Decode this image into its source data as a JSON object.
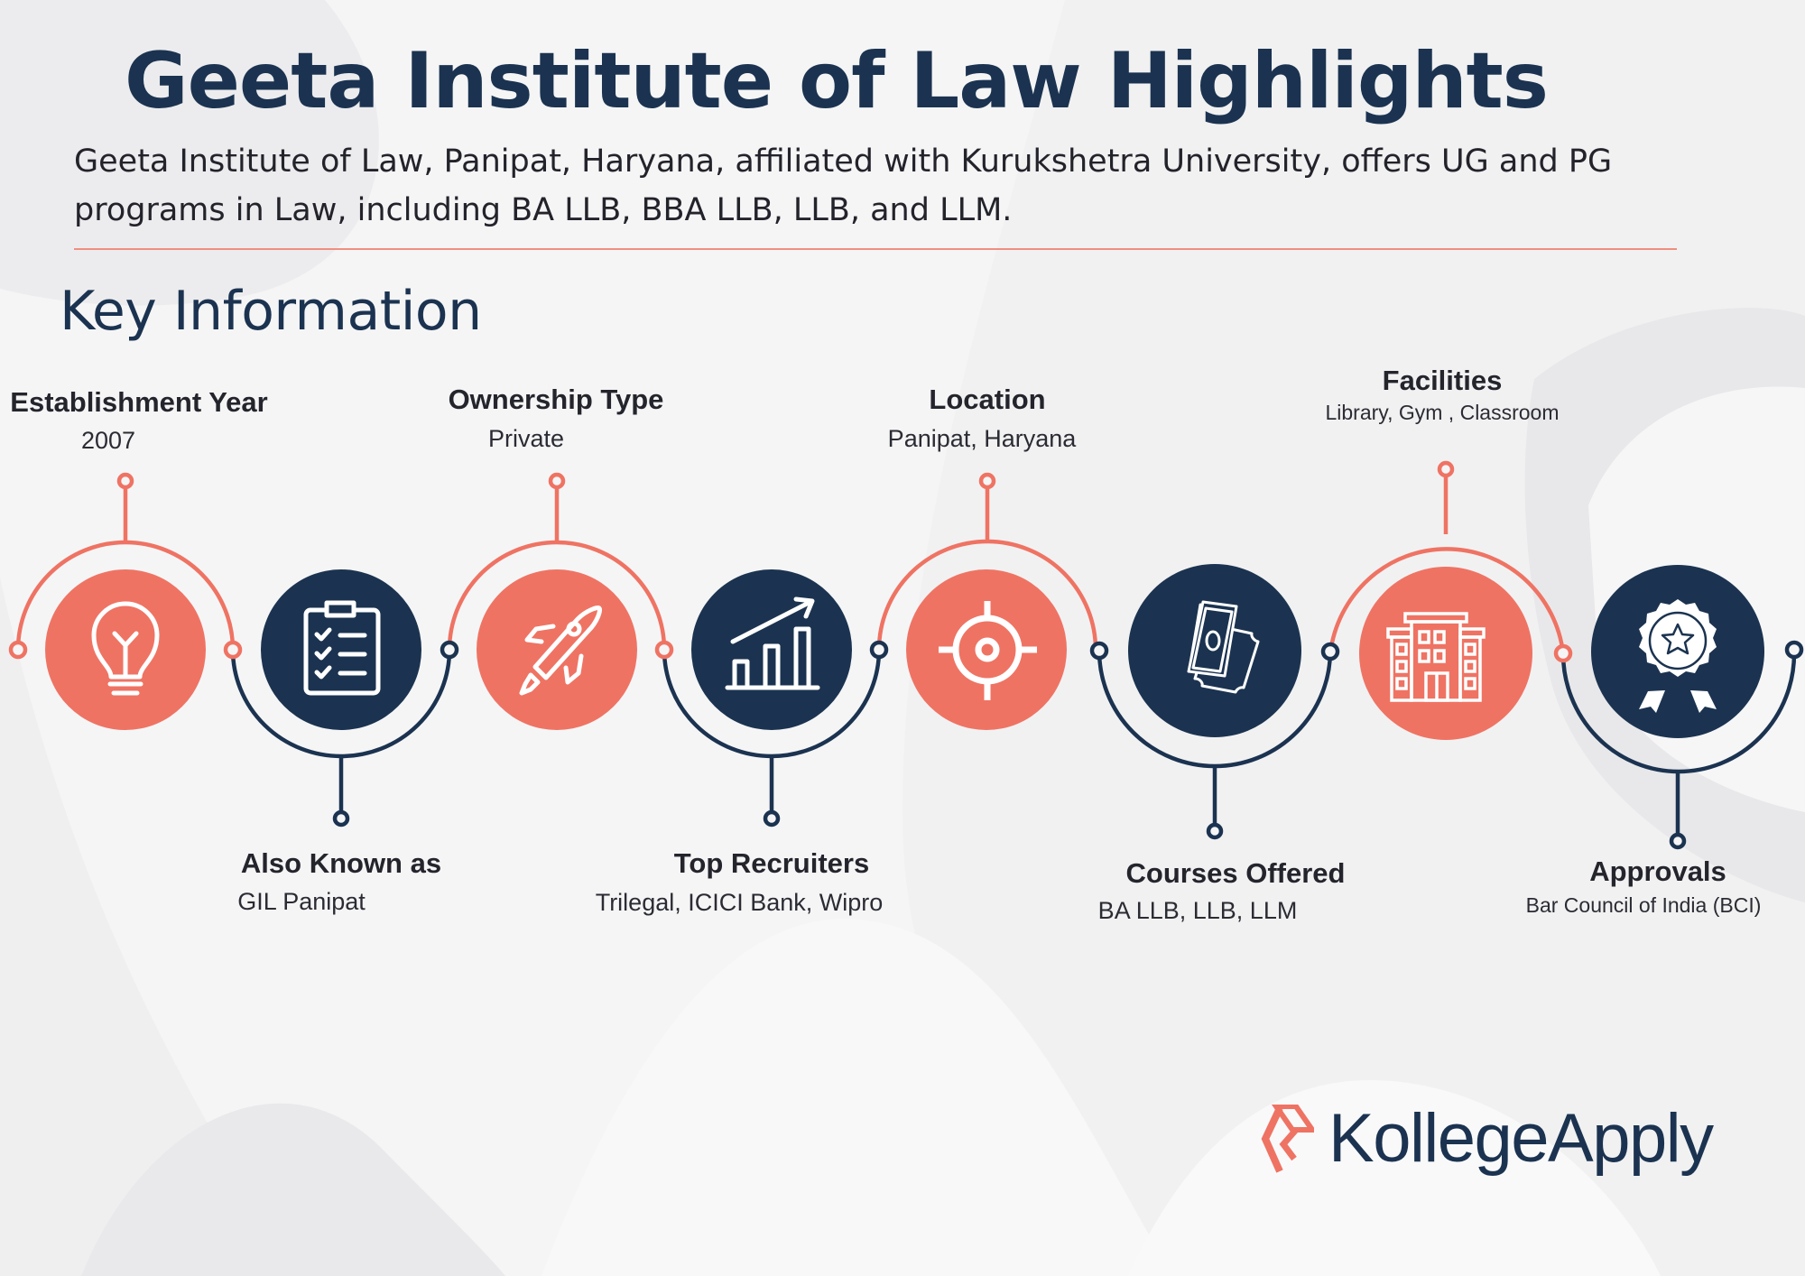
{
  "header": {
    "title": "Geeta Institute of Law Highlights",
    "description": "Geeta Institute of Law, Panipat, Haryana, affiliated with Kurukshetra University, offers UG and PG programs in Law, including BA LLB, BBA LLB, LLB, and LLM."
  },
  "section": {
    "title": "Key Information"
  },
  "timeline": {
    "items": [
      {
        "label": "Establishment Year",
        "value": "2007",
        "icon": "lightbulb-icon",
        "position": "top",
        "color": "coral"
      },
      {
        "label": "Also Known as",
        "value": "GIL Panipat",
        "icon": "clipboard-checklist-icon",
        "position": "bottom",
        "color": "navy"
      },
      {
        "label": "Ownership Type",
        "value": "Private",
        "icon": "rocket-icon",
        "position": "top",
        "color": "coral"
      },
      {
        "label": "Top Recruiters",
        "value": "Trilegal, ICICI Bank, Wipro",
        "icon": "growth-chart-icon",
        "position": "bottom",
        "color": "navy"
      },
      {
        "label": "Location",
        "value": "Panipat, Haryana",
        "icon": "target-icon",
        "position": "top",
        "color": "coral"
      },
      {
        "label": "Courses Offered",
        "value": "BA LLB, LLB, LLM",
        "icon": "cash-icon",
        "position": "bottom",
        "color": "navy"
      },
      {
        "label": "Facilities",
        "value": "Library, Gym , Classroom",
        "icon": "building-icon",
        "position": "top",
        "color": "coral"
      },
      {
        "label": "Approvals",
        "value": "Bar Council of India (BCI)",
        "icon": "award-badge-icon",
        "position": "bottom",
        "color": "navy"
      }
    ]
  },
  "brand": {
    "name": "KollegeApply"
  },
  "colors": {
    "navy": "#1b3350",
    "coral": "#ef7363",
    "background": "#f4f4f5",
    "text": "#24252c"
  }
}
